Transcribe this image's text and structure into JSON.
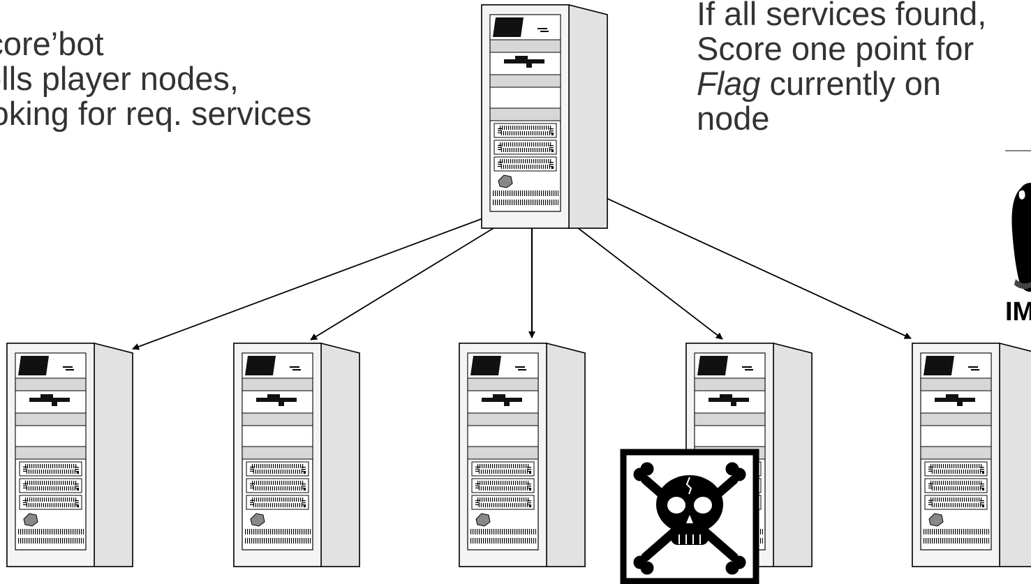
{
  "left_text": {
    "lines": [
      "Score’bot",
      "polls player nodes,",
      "looking for req. services"
    ]
  },
  "right_text": {
    "line1": "If all services found,",
    "line2": "Score one point for",
    "line3_em": "Flag",
    "line3_rest": " currently on",
    "line4": "node"
  },
  "logo_text": "IMS",
  "server_count": 6,
  "compromised_node_index": 3
}
